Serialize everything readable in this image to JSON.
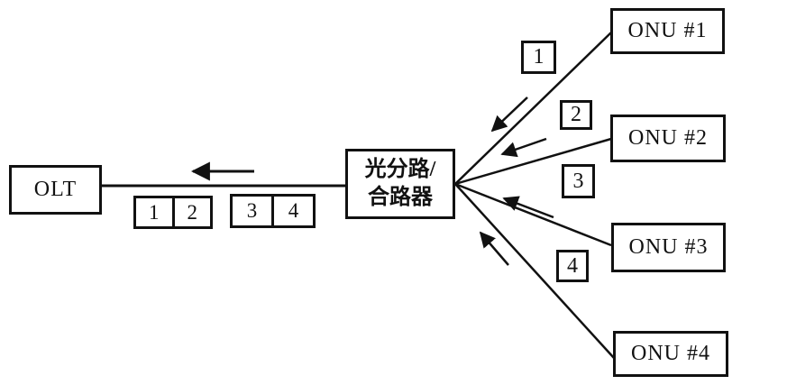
{
  "colors": {
    "ink": "#111111",
    "background": "#ffffff"
  },
  "olt": {
    "label": "OLT"
  },
  "splitter": {
    "label_line1": "光分路/",
    "label_line2": "合路器"
  },
  "onus": [
    {
      "label": "ONU #1"
    },
    {
      "label": "ONU #2"
    },
    {
      "label": "ONU #3"
    },
    {
      "label": "ONU #4"
    }
  ],
  "trunk_timeslot_groups": [
    {
      "slots": [
        "1",
        "2"
      ]
    },
    {
      "slots": [
        "3",
        "4"
      ]
    }
  ],
  "branch_timeslots": [
    "1",
    "2",
    "3",
    "4"
  ]
}
